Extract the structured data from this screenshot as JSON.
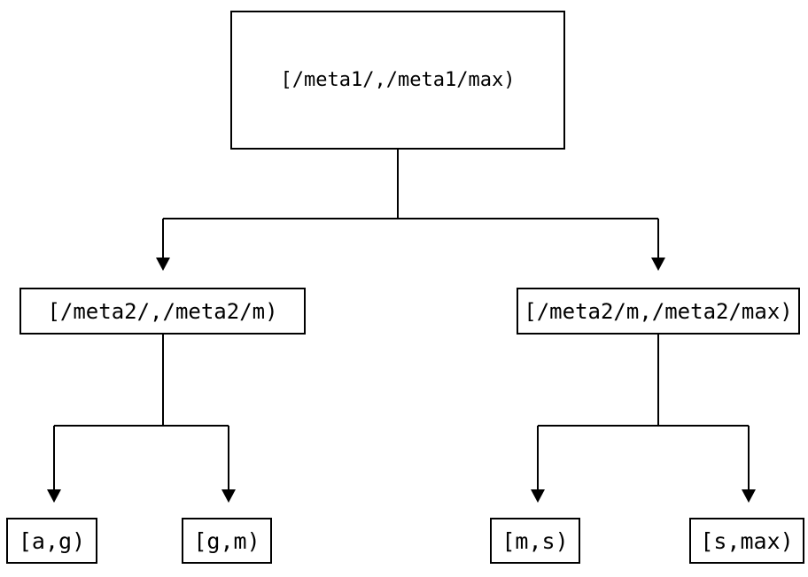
{
  "diagram": {
    "type": "tree",
    "background_color": "#ffffff",
    "line_color": "#000000",
    "text_color": "#000000",
    "nodes": {
      "root": {
        "label": "[/meta1/,/meta1/max)"
      },
      "l2_left": {
        "label": "[/meta2/,/meta2/m)"
      },
      "l2_right": {
        "label": "[/meta2/m,/meta2/max)"
      },
      "leaf_ag": {
        "label": "[a,g)"
      },
      "leaf_gm": {
        "label": "[g,m)"
      },
      "leaf_ms": {
        "label": "[m,s)"
      },
      "leaf_smax": {
        "label": "[s,max)"
      }
    },
    "edges": [
      {
        "from": "root",
        "to": "l2_left"
      },
      {
        "from": "root",
        "to": "l2_right"
      },
      {
        "from": "l2_left",
        "to": "leaf_ag"
      },
      {
        "from": "l2_left",
        "to": "leaf_gm"
      },
      {
        "from": "l2_right",
        "to": "leaf_ms"
      },
      {
        "from": "l2_right",
        "to": "leaf_smax"
      }
    ]
  }
}
